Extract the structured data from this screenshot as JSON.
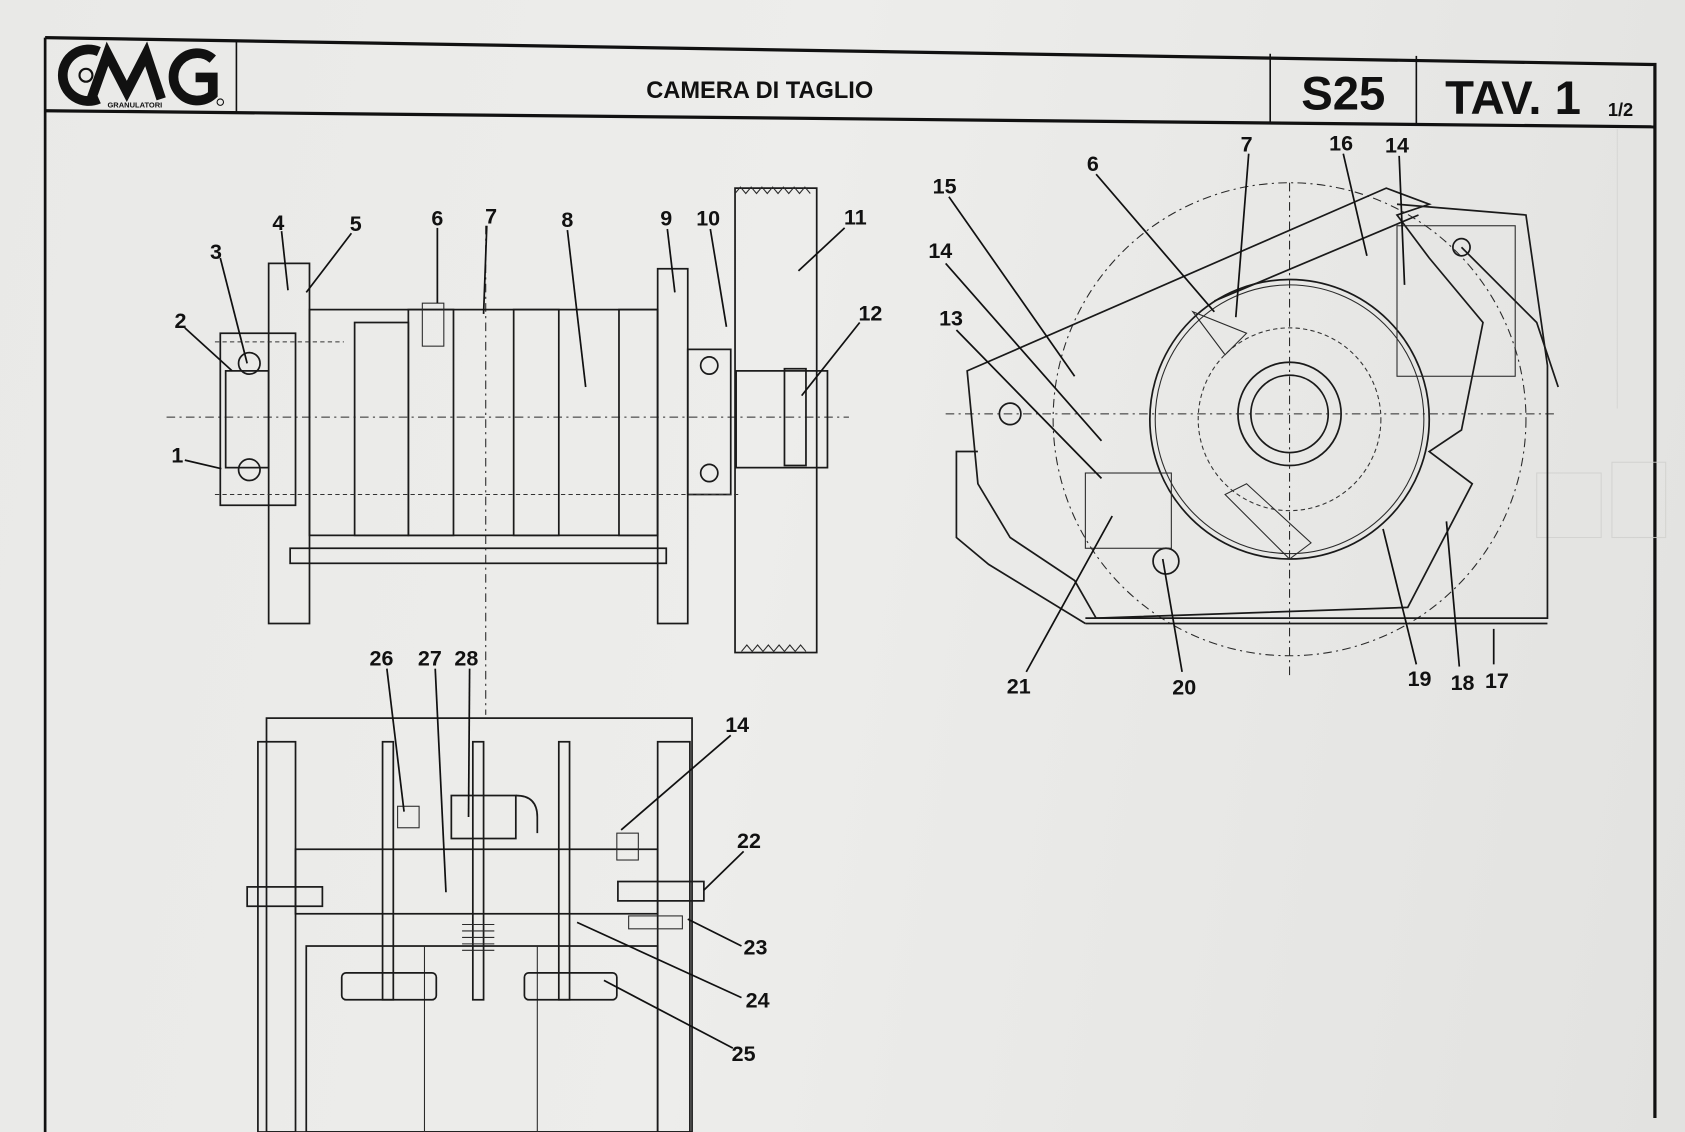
{
  "header": {
    "logo_text": "CMG",
    "logo_subtext": "GRANULATORI",
    "title": "CAMERA DI TAGLIO",
    "model": "S25",
    "table": "TAV. 1",
    "page": "1/2"
  },
  "side_view": {
    "callouts": [
      "1",
      "2",
      "3",
      "4",
      "5",
      "6",
      "7",
      "8",
      "9",
      "10",
      "11",
      "12"
    ]
  },
  "front_view": {
    "callouts": [
      "15",
      "14",
      "13",
      "6",
      "7",
      "16",
      "14",
      "21",
      "20",
      "19",
      "18",
      "17"
    ]
  },
  "top_view": {
    "callouts": [
      "26",
      "27",
      "28",
      "14",
      "22",
      "23",
      "24",
      "25"
    ]
  },
  "colors": {
    "ink": "#111111",
    "paper": "#ebebe9"
  }
}
